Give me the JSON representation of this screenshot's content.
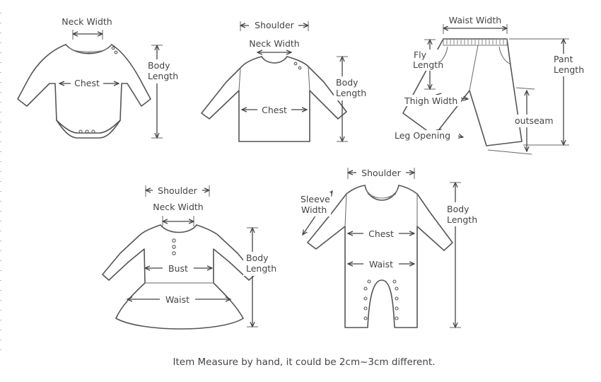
{
  "labels": {
    "bodysuit_neck": "Neck Width",
    "bodysuit_chest": "Chest",
    "bodysuit_body_1": "Body",
    "bodysuit_body_2": "Length",
    "shirt_shoulder": "Shoulder",
    "shirt_neck": "Neck Width",
    "shirt_chest": "Chest",
    "shirt_body_1": "Body",
    "shirt_body_2": "Length",
    "pant_waist": "Waist Width",
    "pant_fly_1": "Fly",
    "pant_fly_2": "Length",
    "pant_length_1": "Pant",
    "pant_length_2": "Length",
    "pant_thigh": "Thigh Width",
    "pant_outseam": "outseam",
    "pant_leg": "Leg Opening",
    "dress_shoulder": "Shoulder",
    "dress_neck": "Neck Width",
    "dress_bust": "Bust",
    "dress_waist": "Waist",
    "dress_body_1": "Body",
    "dress_body_2": "Length",
    "romper_shoulder": "Shoulder",
    "romper_sleeve_1": "Sleeve",
    "romper_sleeve_2": "Width",
    "romper_chest": "Chest",
    "romper_waist": "Waist",
    "romper_body_1": "Body",
    "romper_body_2": "Length"
  },
  "footer_note": "Item Measure by hand, it could be 2cm~3cm different."
}
